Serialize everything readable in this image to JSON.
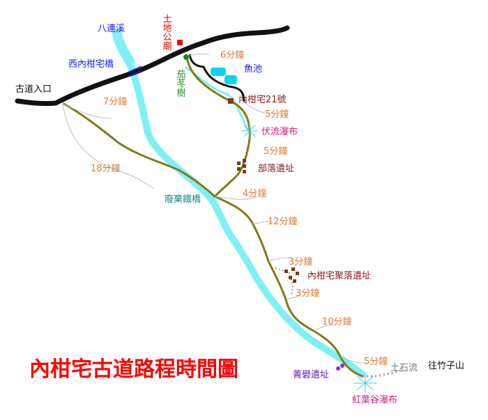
{
  "title": "內柑宅古道路程時間圖",
  "places": {
    "trailhead": "古道入口",
    "stream": "八連溪",
    "bridge_west": "西內柑宅橋",
    "temple": "土地公廟",
    "tree": "茄苳樹",
    "fishpond": "魚池",
    "house21": "內柑宅21號",
    "waterfall_fuliu": "伏流瀑布",
    "tribe_ruins": "部落遺址",
    "iron_bridge": "廢棄鐵橋",
    "settlement_ruins": "內柑宅聚落遺址",
    "jingyu_ruins": "菁礐遺址",
    "earthflow": "土石流",
    "to_zhuzishan": "往竹子山",
    "waterfall_hongye": "紅葉谷瀑布"
  },
  "times": {
    "t1": "6分鐘",
    "t2": "7分鐘",
    "t3": "5分鐘",
    "t4": "5分鐘",
    "t5": "18分鐘",
    "t6": "4分鐘",
    "t7": "12分鐘",
    "t8": "3分鐘",
    "t9": "3分鐘",
    "t10": "10分鐘",
    "t11": "5分鐘"
  },
  "colors": {
    "road": "#111111",
    "trail": "#7f7a1a",
    "river": "#7ff0f5",
    "time_text": "#e07a3a",
    "title": "#ff0000"
  }
}
